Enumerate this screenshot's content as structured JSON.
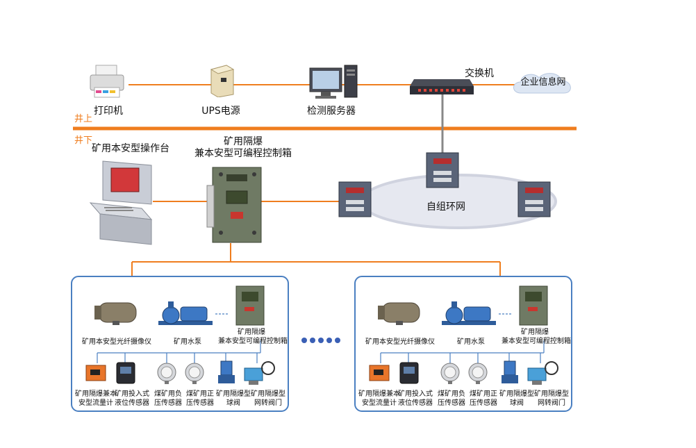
{
  "surface": {
    "label": "井上",
    "devices": {
      "printer": "打印机",
      "ups": "UPS电源",
      "server": "检测服务器",
      "switch": "交换机",
      "enterprise_net": "企业信息网"
    }
  },
  "underground": {
    "label": "井下",
    "console": "矿用本安型操作台",
    "controller_line1": "矿用隔爆",
    "controller_line2": "兼本安型可编程控制箱",
    "ring": "自组环网"
  },
  "substation": {
    "camera": "矿用本安型光纤摄像仪",
    "pump": "矿用水泵",
    "box_line1": "矿用隔爆",
    "box_line2": "兼本安型可编程控制箱",
    "sensors": [
      {
        "line1": "矿用隔爆兼本",
        "line2": "安型流量计"
      },
      {
        "line1": "矿用投入式",
        "line2": "液位传感器"
      },
      {
        "line1": "煤矿用负",
        "line2": "压传感器"
      },
      {
        "line1": "煤矿用正",
        "line2": "压传感器"
      },
      {
        "line1": "矿用隔爆型",
        "line2": "球阀"
      },
      {
        "line1": "矿用隔爆型",
        "line2": "网转阀门"
      }
    ]
  },
  "colors": {
    "wire": "#ef7d1e",
    "panel_border": "#4a7fc1",
    "ellipse": "#d9dce8",
    "dots": "#3a5fb5"
  }
}
